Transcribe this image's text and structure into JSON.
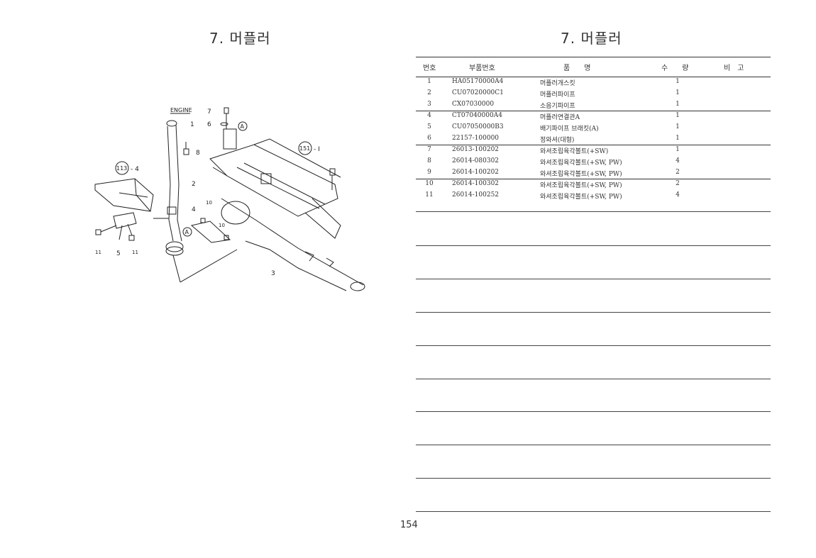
{
  "left_page": {
    "title": "7. 머플러"
  },
  "right_page": {
    "title": "7. 머플러",
    "table": {
      "headers": {
        "no": "번호",
        "part_no": "부품번호",
        "name": "품　　명",
        "qty": "수　　량",
        "remarks": "비　고"
      },
      "rows": [
        {
          "no": "1",
          "part_no": "HA05170000A4",
          "name": "머플러개스킷",
          "qty": "1"
        },
        {
          "no": "2",
          "part_no": "CU07020000C1",
          "name": "머플러파이프",
          "qty": "1"
        },
        {
          "no": "3",
          "part_no": "CX07030000",
          "name": "소음기파이프",
          "qty": "1"
        },
        {
          "no": "4",
          "part_no": "CT07040000A4",
          "name": "머플러연결관A",
          "qty": "1"
        },
        {
          "no": "5",
          "part_no": "CU07050000B3",
          "name": "배기파이프 브래킷(A)",
          "qty": "1"
        },
        {
          "no": "6",
          "part_no": "22157-100000",
          "name": "정와셔(대형)",
          "qty": "1"
        },
        {
          "no": "7",
          "part_no": "26013-100202",
          "name": "와셔조립육각볼트(+SW)",
          "qty": "1"
        },
        {
          "no": "8",
          "part_no": "26014-080302",
          "name": "와셔조립육각볼트(+SW, PW)",
          "qty": "4"
        },
        {
          "no": "9",
          "part_no": "26014-100202",
          "name": "와셔조립육각볼트(+SW, PW)",
          "qty": "2"
        },
        {
          "no": "10",
          "part_no": "26014-100302",
          "name": "와셔조립육각볼트(+SW, PW)",
          "qty": "2"
        },
        {
          "no": "11",
          "part_no": "26014-100252",
          "name": "와셔조립육각볼트(+SW, PW)",
          "qty": "4"
        }
      ]
    }
  },
  "diagram": {
    "engine_label": "ENGINE",
    "circle_ref_a": "A",
    "ref_113": "113",
    "ref_113_suffix": "- 4",
    "ref_151": "151",
    "ref_151_suffix": "- I",
    "callouts": [
      "1",
      "2",
      "3",
      "4",
      "5",
      "6",
      "7",
      "8",
      "10",
      "10",
      "11",
      "11"
    ]
  },
  "page_number": "154"
}
